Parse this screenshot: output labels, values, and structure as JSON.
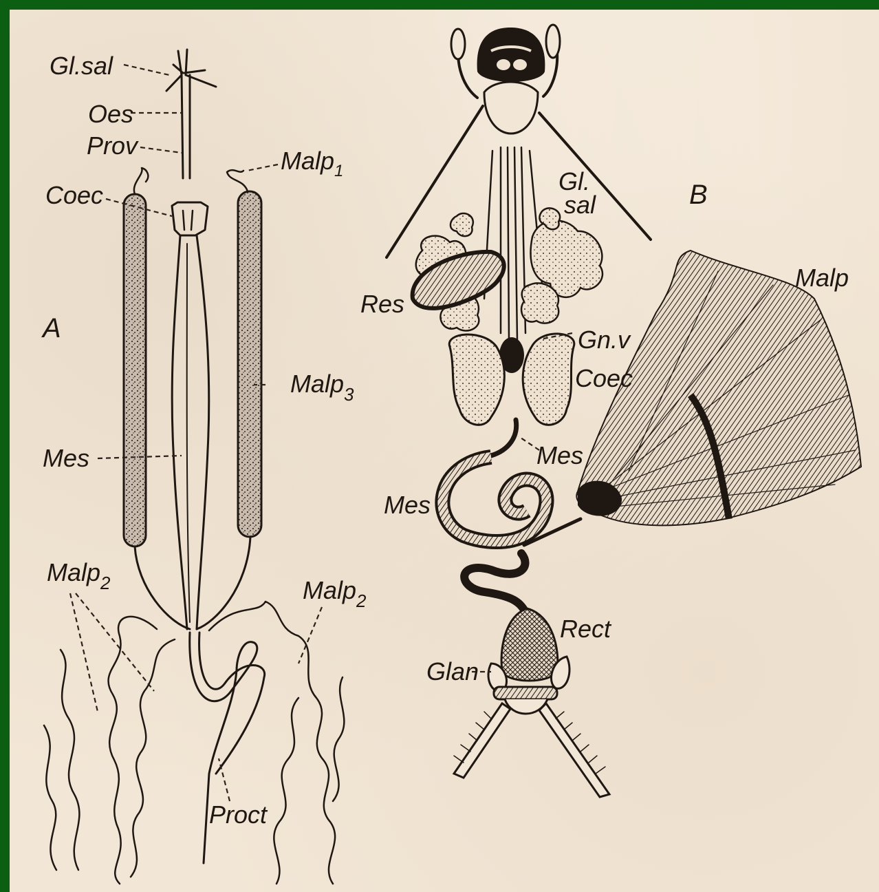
{
  "figure": {
    "panel_a": {
      "letter": "A",
      "labels": {
        "gl_sal": "Gl.sal",
        "oes": "Oes",
        "prov": "Prov",
        "malp1": "Malp",
        "malp1_sub": "1",
        "coec": "Coec",
        "malp3": "Malp",
        "malp3_sub": "3",
        "mes": "Mes",
        "malp2_left": "Malp",
        "malp2_left_sub": "2",
        "malp2_right": "Malp",
        "malp2_right_sub": "2",
        "proct": "Proct"
      }
    },
    "panel_b": {
      "letter": "B",
      "labels": {
        "gl_sal_1": "Gl.",
        "gl_sal_2": "sal",
        "malp": "Malp",
        "res": "Res",
        "gn_v": "Gn.v",
        "coec": "Coec",
        "mes_upper": "Mes",
        "mes_lower": "Mes",
        "rect": "Rect",
        "glan": "Glan"
      }
    }
  },
  "colors": {
    "frame": "#0b5e12",
    "paper": "#f2e6d6",
    "ink": "#1f1712"
  }
}
